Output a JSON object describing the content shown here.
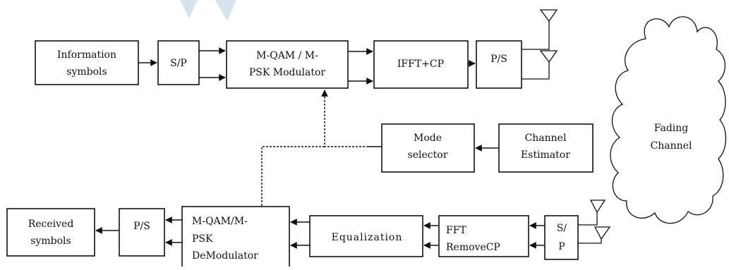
{
  "blocks": {
    "info_symbols": [
      "Information",
      "symbols"
    ],
    "sp_tx": "S/P",
    "modulator": [
      "M-QAM / M-",
      "PSK Modulator"
    ],
    "ifft_cp": "IFFT+CP",
    "ps_tx": "P/S",
    "mode_selector": [
      "Mode",
      "selector"
    ],
    "channel_estimator": [
      "Channel",
      "Estimator"
    ],
    "received_symbols": [
      "Received",
      "symbols"
    ],
    "ps_rx": "P/S",
    "demodulator": [
      "M-QAM/M-",
      "PSK",
      "DeModulator"
    ],
    "equalization": "Equalization",
    "fft_remove_cp": [
      "FFT",
      "RemoveCP"
    ],
    "sp_rx": [
      "S/",
      "P"
    ]
  },
  "channel": {
    "label": [
      "Fading",
      "Channel"
    ]
  },
  "colors": {
    "line": "#111111",
    "background": "#ffffff",
    "header_shape": "#d7e4ee"
  }
}
